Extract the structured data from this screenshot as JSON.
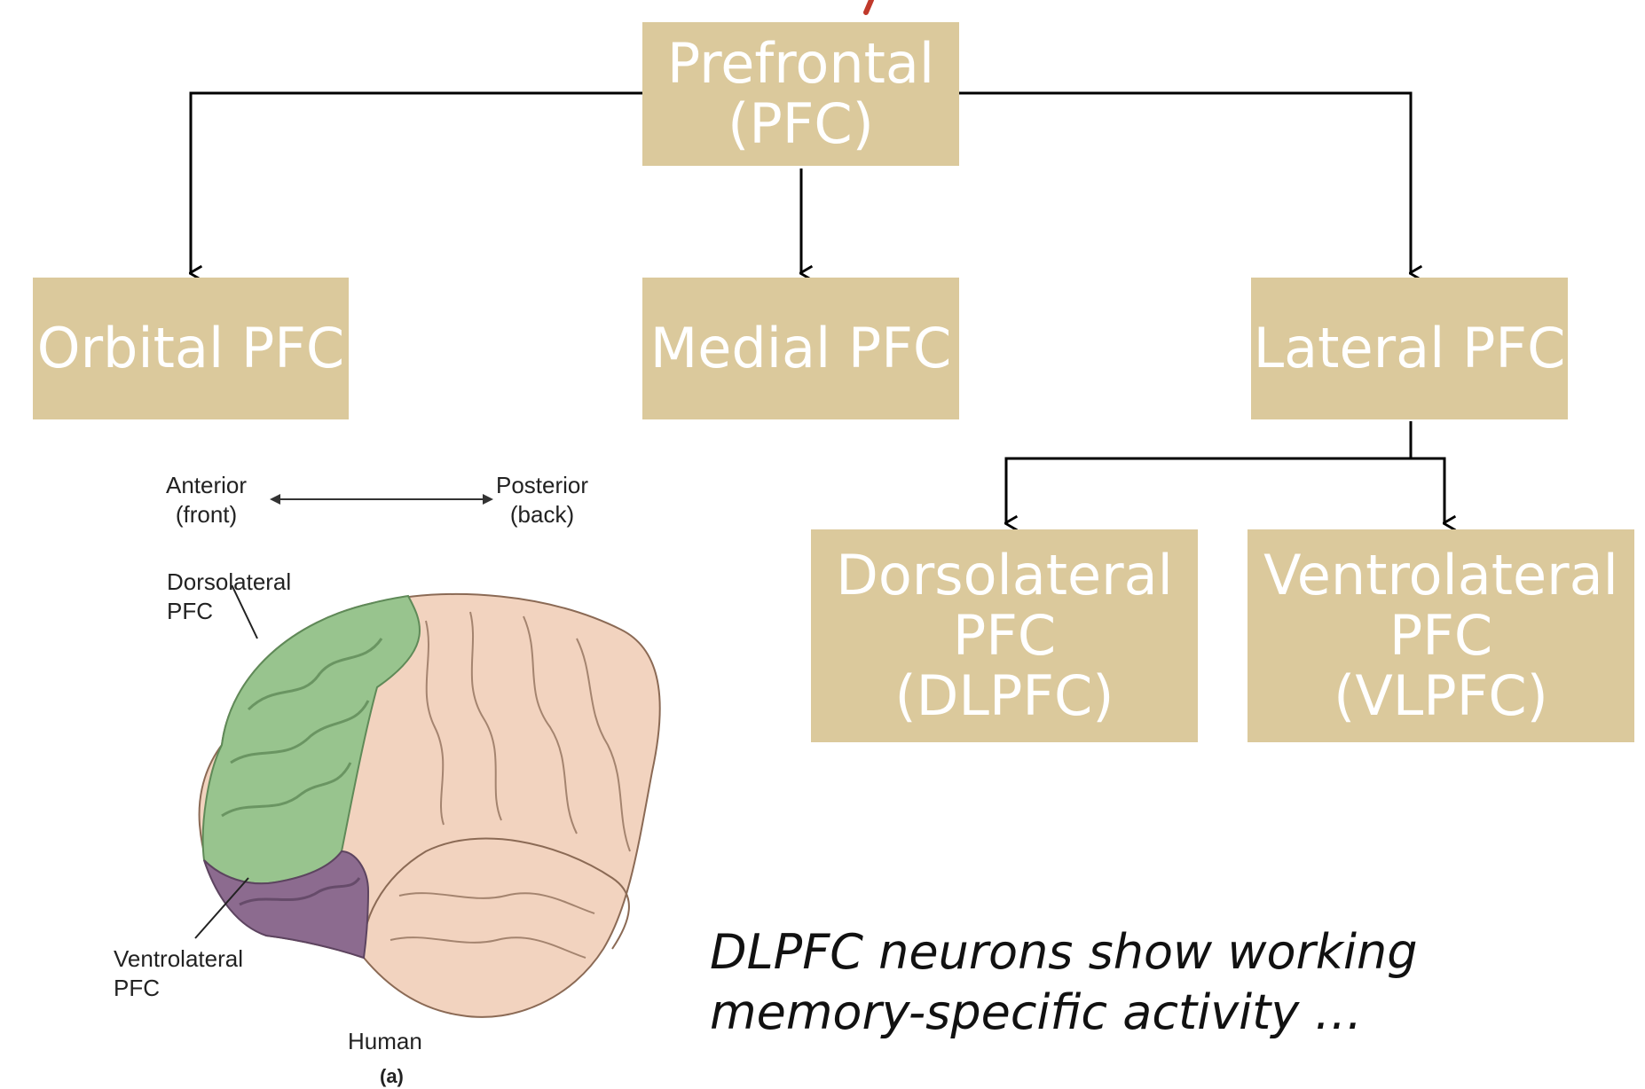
{
  "colors": {
    "box_fill": "#dbc99c",
    "box_text": "#ffffff",
    "dlpfc_region": "#98c48e",
    "vlpfc_region": "#8c6b8f",
    "brain_base": "#f2d3bf",
    "title_fragment": "#c0392b"
  },
  "boxes": {
    "root": {
      "line1": "Prefrontal",
      "line2": "(PFC)"
    },
    "orbital": {
      "label": "Orbital PFC"
    },
    "medial": {
      "label": "Medial PFC"
    },
    "lateral": {
      "label": "Lateral PFC"
    },
    "dlpfc": {
      "line1": "Dorsolateral",
      "line2": "PFC",
      "line3": "(DLPFC)"
    },
    "vlpfc": {
      "line1": "Ventrolateral",
      "line2": "PFC",
      "line3": "(VLPFC)"
    }
  },
  "figure": {
    "anterior": "Anterior",
    "anterior_sub": "(front)",
    "posterior": "Posterior",
    "posterior_sub": "(back)",
    "dorsolateral_label_1": "Dorsolateral",
    "dorsolateral_label_2": "PFC",
    "ventrolateral_label_1": "Ventrolateral",
    "ventrolateral_label_2": "PFC",
    "species": "Human",
    "panel": "(a)"
  },
  "caption": {
    "line1": "DLPFC neurons show working",
    "line2": "memory-specific activity …"
  }
}
